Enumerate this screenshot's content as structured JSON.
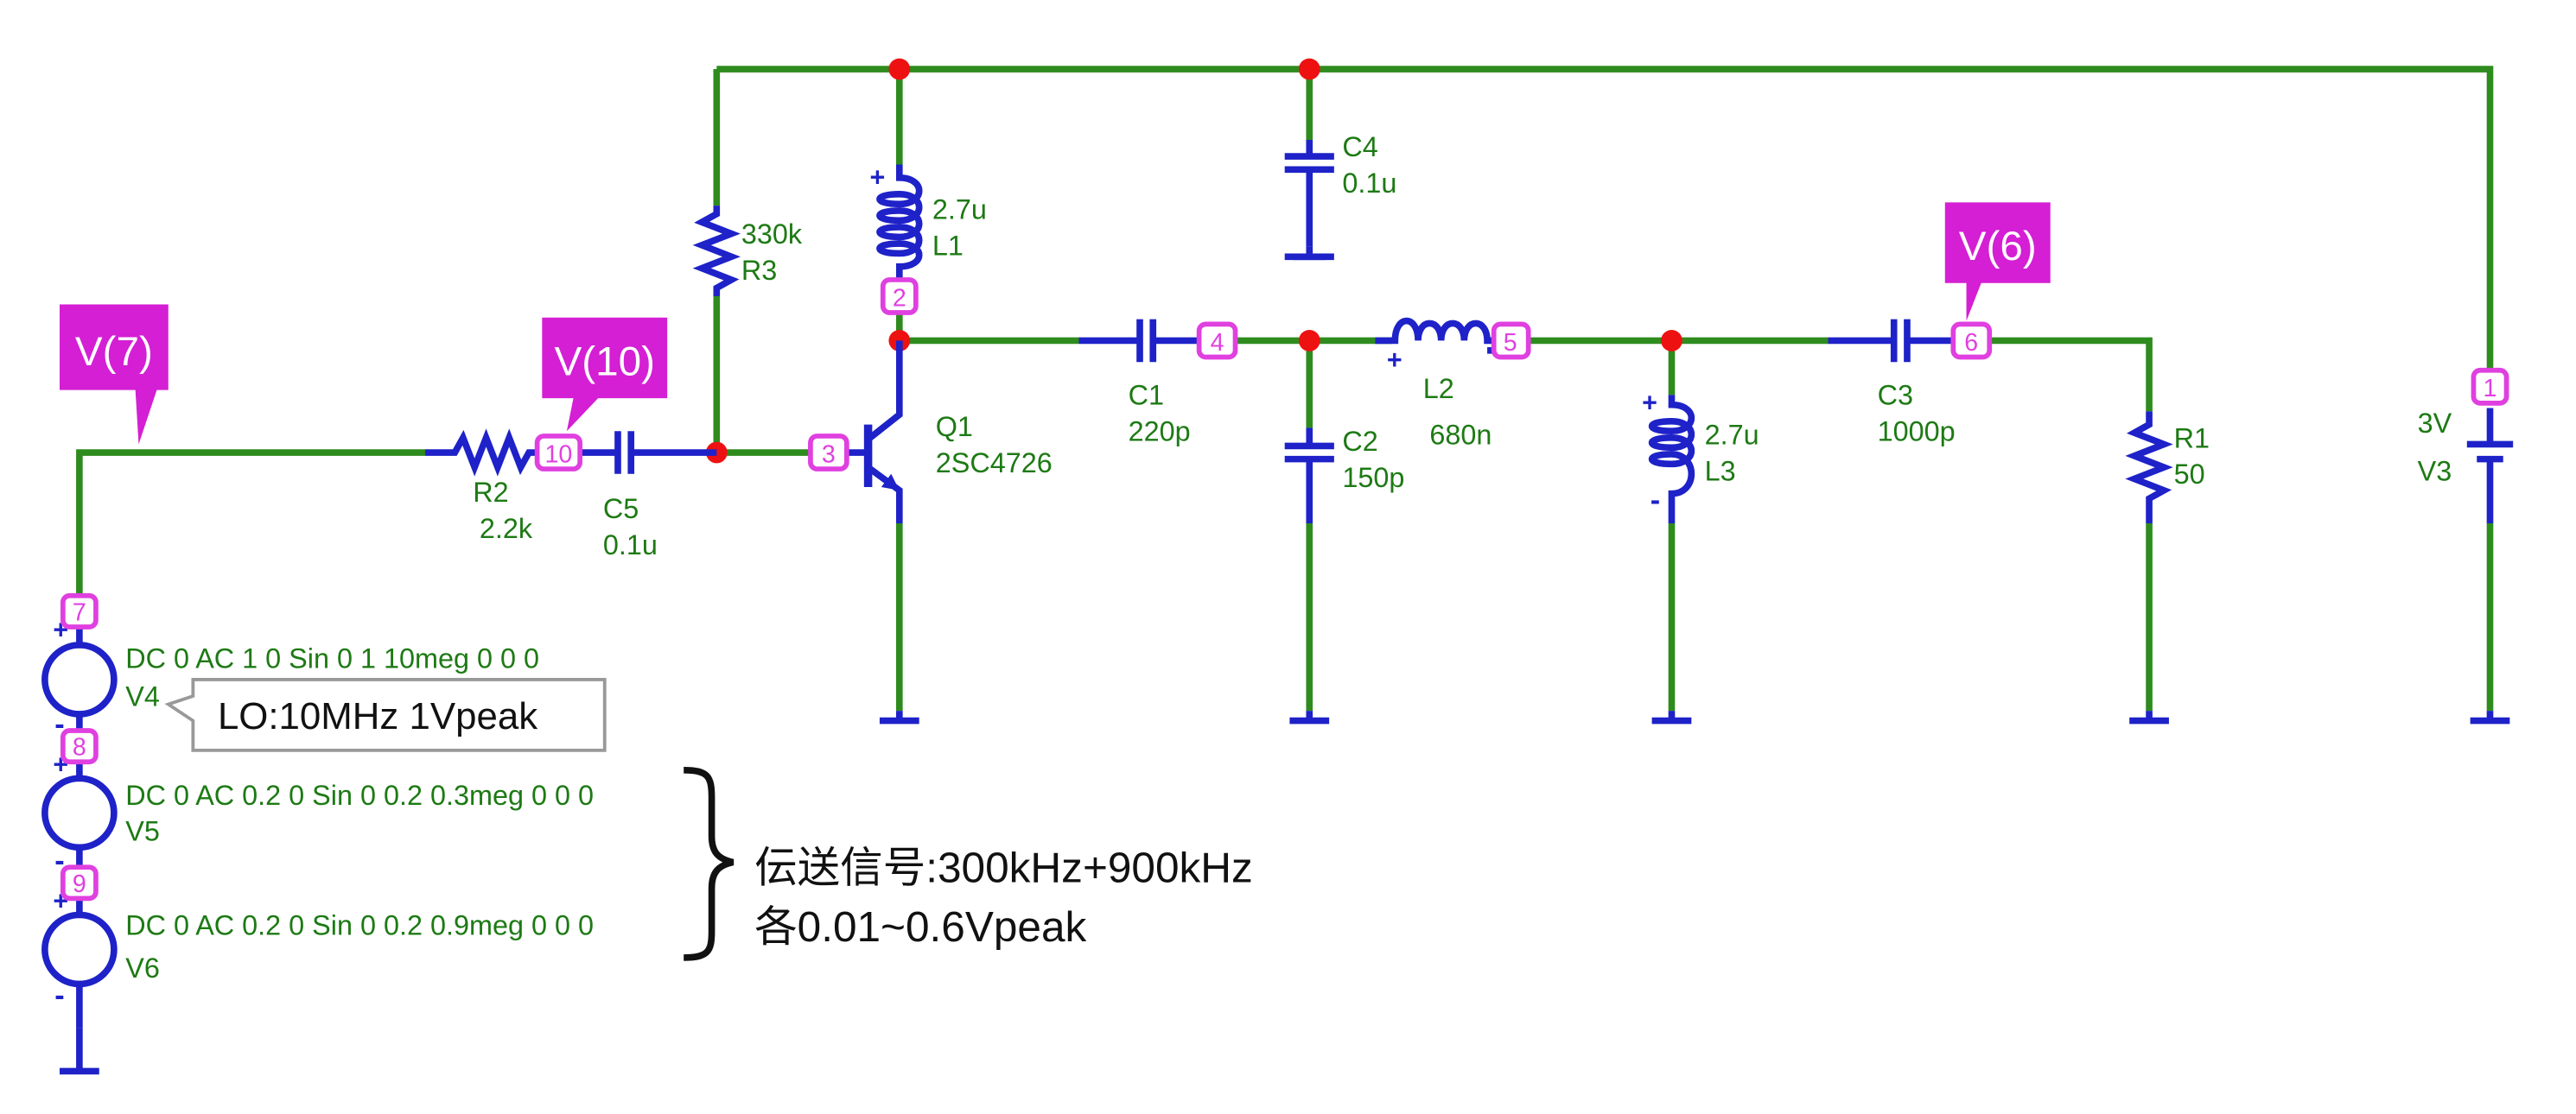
{
  "probes": {
    "v7": "V(7)",
    "v10": "V(10)",
    "v6": "V(6)"
  },
  "nodes": {
    "n1": "1",
    "n2": "2",
    "n3": "3",
    "n4": "4",
    "n5": "5",
    "n6": "6",
    "n7": "7",
    "n8": "8",
    "n9": "9",
    "n10": "10"
  },
  "components": {
    "r3": {
      "name": "R3",
      "value": "330k"
    },
    "r2": {
      "name": "R2",
      "value": "2.2k"
    },
    "r1": {
      "name": "R1",
      "value": "50"
    },
    "c5": {
      "name": "C5",
      "value": "0.1u"
    },
    "c4": {
      "name": "C4",
      "value": "0.1u"
    },
    "c1": {
      "name": "C1",
      "value": "220p"
    },
    "c2": {
      "name": "C2",
      "value": "150p"
    },
    "c3": {
      "name": "C3",
      "value": "1000p"
    },
    "l1": {
      "name": "L1",
      "value": "2.7u"
    },
    "l2": {
      "name": "L2",
      "value": "680n"
    },
    "l3": {
      "name": "L3",
      "value": "2.7u"
    },
    "q1": {
      "name": "Q1",
      "value": "2SC4726"
    },
    "v3": {
      "name": "V3",
      "value": "3V"
    },
    "v4": {
      "name": "V4",
      "value": "DC 0 AC 1 0 Sin 0 1 10meg 0 0 0"
    },
    "v5": {
      "name": "V5",
      "value": "DC 0 AC 0.2 0 Sin 0 0.2 0.3meg 0 0 0"
    },
    "v6": {
      "name": "V6",
      "value": "DC 0 AC 0.2 0 Sin 0 0.2 0.9meg 0 0 0"
    }
  },
  "polarity": {
    "plus": "+",
    "minus": "-"
  },
  "annotations": {
    "lo_callout": "LO:10MHz 1Vpeak",
    "signal_line1": "伝送信号:300kHz+900kHz",
    "signal_line2": "各0.01~0.6Vpeak"
  },
  "colors": {
    "wire": "#2e8b1e",
    "component": "#1e22c8",
    "junction": "#ee1111",
    "node_label": "#e040e0",
    "probe": "#d41fd4"
  }
}
